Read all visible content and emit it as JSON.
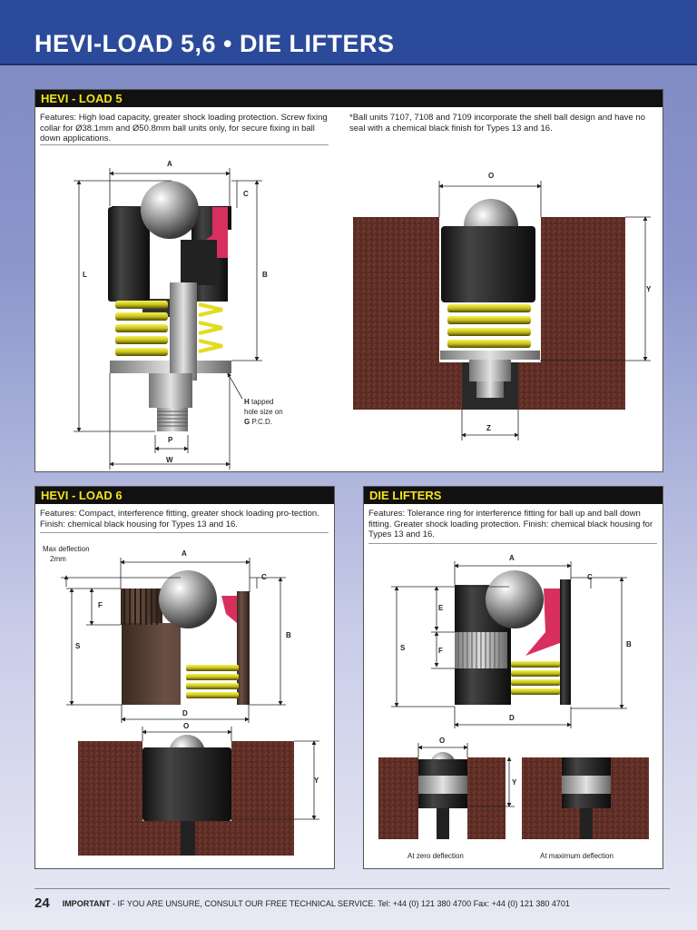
{
  "header": {
    "title": "HEVI-LOAD 5,6 • DIE LIFTERS"
  },
  "hl5": {
    "title": "HEVI - LOAD 5",
    "features": "Features: High load capacity, greater shock loading protection. Screw fixing collar for Ø38.1mm and Ø50.8mm ball units only, for secure fixing in ball down applications.",
    "note": "*Ball units 7107, 7108 and 7109 incorporate the shell ball design and have no seal with a chemical black finish for Types 13 and 16.",
    "dims": {
      "a": "A",
      "c": "C",
      "l": "L",
      "b": "B",
      "p": "P",
      "w": "W",
      "o": "O",
      "y": "Y",
      "z": "Z"
    },
    "h_note": {
      "h": "H",
      "l1": " tapped",
      "l2": "hole size on",
      "g": "G",
      "l3": " P.C.D."
    }
  },
  "hl6": {
    "title": "HEVI - LOAD 6",
    "features": "Features: Compact, interference fitting, greater shock loading pro-tection. Finish: chemical black housing for Types 13 and 16.",
    "max_def": "Max deflection",
    "max_val": "2mm",
    "dims": {
      "a": "A",
      "c": "C",
      "f": "F",
      "s": "S",
      "b": "B",
      "d": "D",
      "o": "O",
      "y": "Y"
    }
  },
  "dl": {
    "title": "DIE LIFTERS",
    "features": "Features: Tolerance ring for interference fitting for ball up and ball down fitting. Greater shock loading protection. Finish: chemical black housing for Types 13 and 16.",
    "dims": {
      "a": "A",
      "c": "C",
      "e": "E",
      "s": "S",
      "f": "F",
      "b": "B",
      "d": "D",
      "o": "O",
      "y": "Y"
    },
    "zero": "At zero deflection",
    "max": "At maximum deflection"
  },
  "footer": {
    "page": "24",
    "important": "IMPORTANT",
    "text": " - IF YOU ARE UNSURE, CONSULT OUR FREE TECHNICAL SERVICE. Tel: +44 (0) 121 380 4700 Fax: +44 (0) 121 380 4701"
  }
}
